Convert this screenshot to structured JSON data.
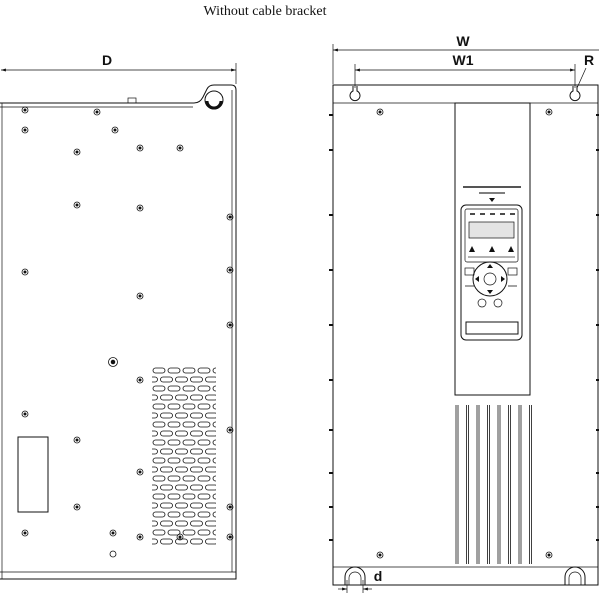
{
  "caption": "Without cable bracket",
  "side_view": {
    "depth_label": "D"
  },
  "front_view": {
    "width_label": "W",
    "mount_width_label": "W1",
    "radius_label": "R",
    "hole_label": "d"
  }
}
